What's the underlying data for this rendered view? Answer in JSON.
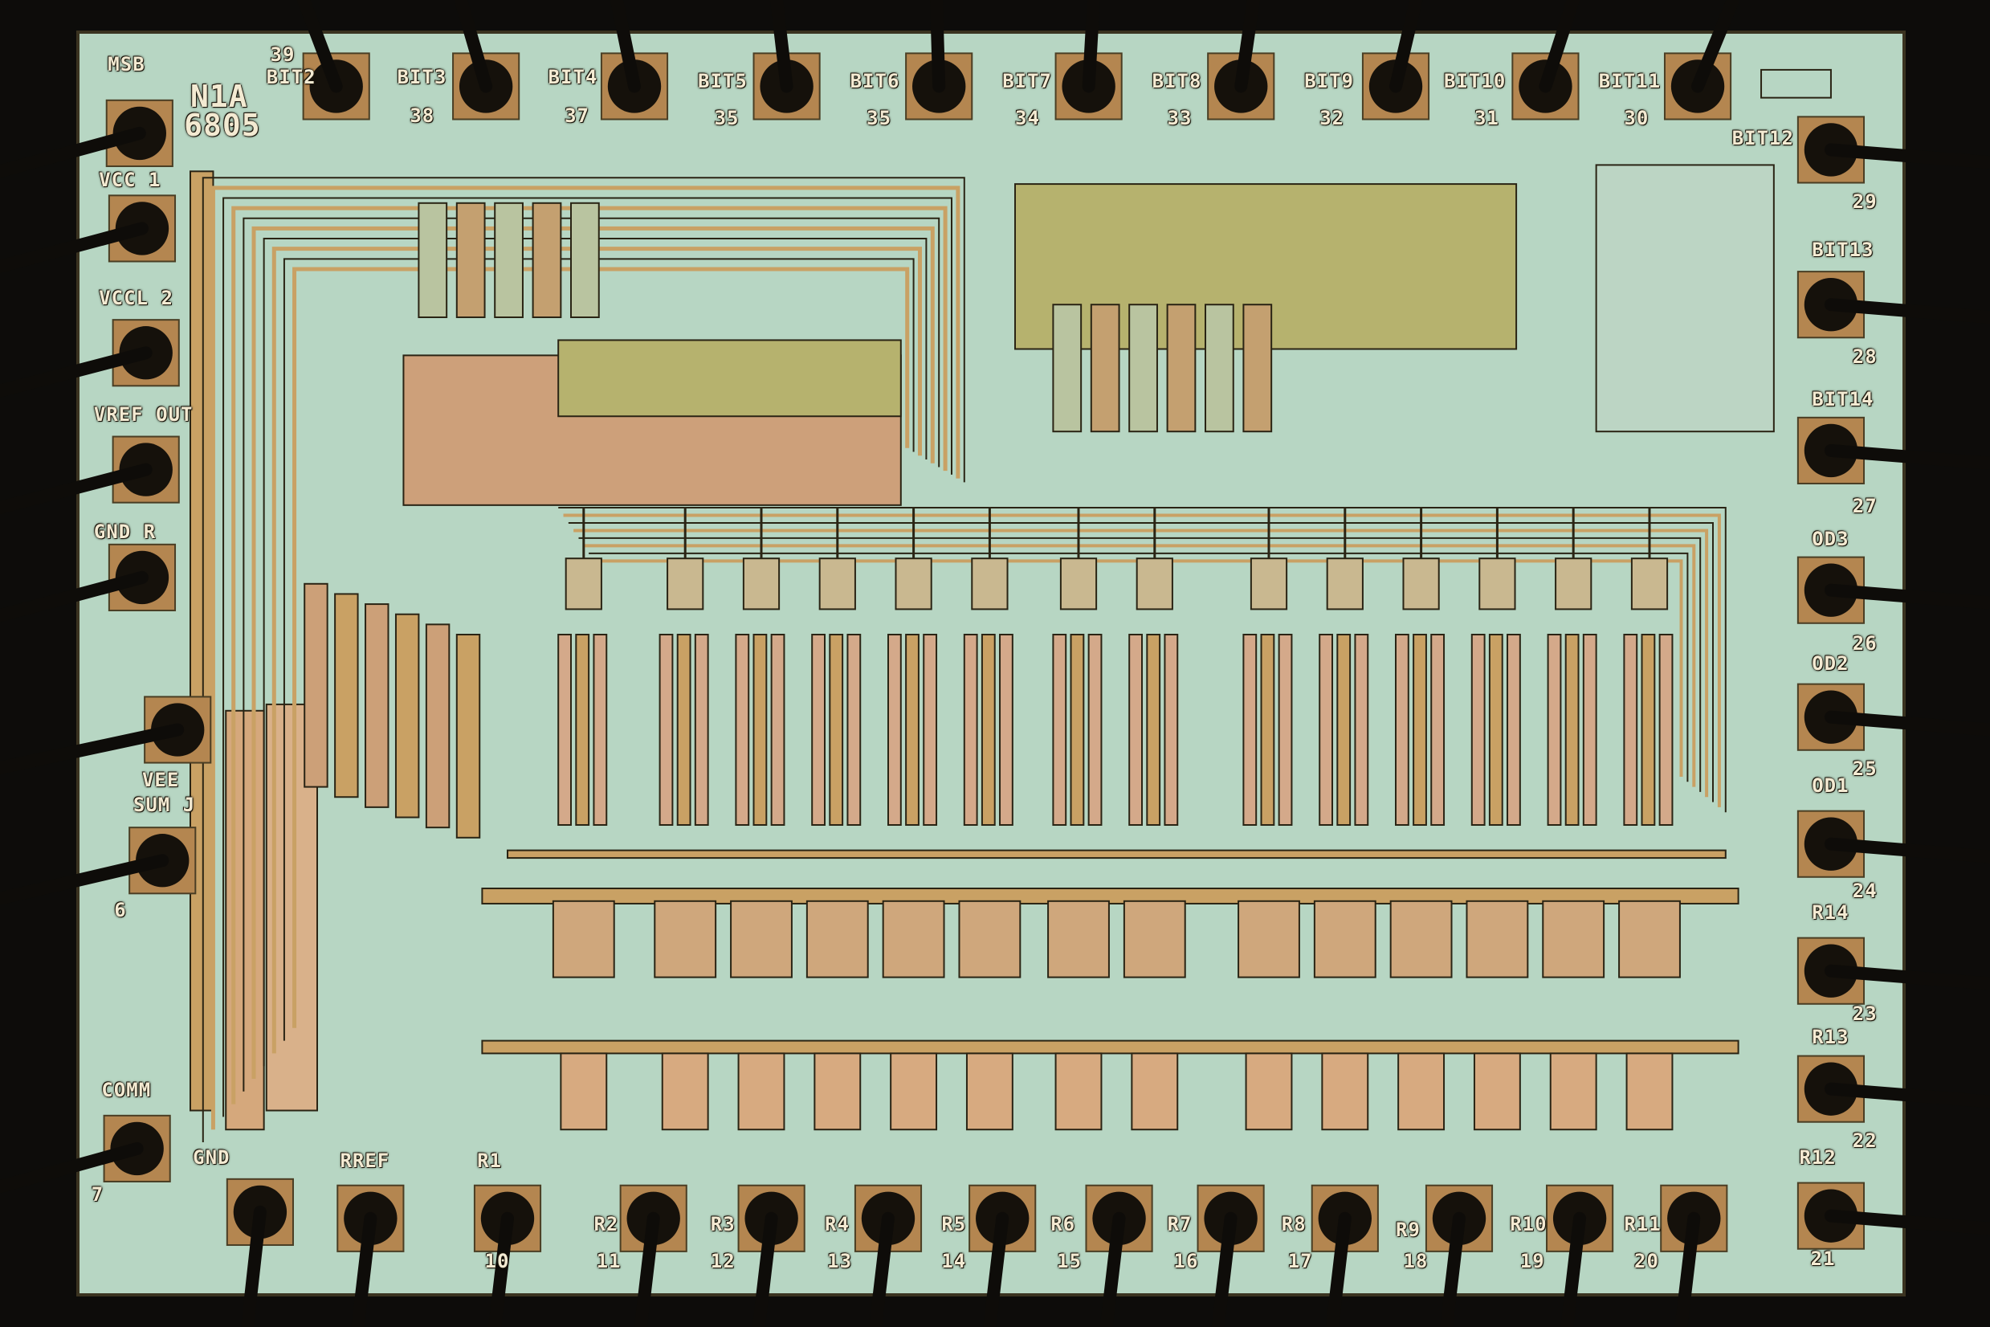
{
  "chip": {
    "part_marking": [
      "N1A",
      "6805"
    ],
    "pin_labels": [
      "MSB",
      "BIT2",
      "BIT3",
      "BIT4",
      "BIT5",
      "BIT6",
      "BIT7",
      "BIT8",
      "BIT9",
      "BIT10",
      "BIT11",
      "BIT12",
      "BIT13",
      "BIT14",
      "OD3",
      "OD2",
      "OD1",
      "R14",
      "R13",
      "R12",
      "R11",
      "R10",
      "R9",
      "R8",
      "R7",
      "R6",
      "R5",
      "R4",
      "R3",
      "R2",
      "R1",
      "RREF",
      "GND",
      "COMM",
      "VEE",
      "SUM J",
      "GND R",
      "VREF OUT",
      "VCCL 2",
      "VCC 1"
    ],
    "pin_numbers": [
      "39",
      "38",
      "37",
      "35",
      "35",
      "34",
      "33",
      "32",
      "31",
      "30",
      "29",
      "28",
      "27",
      "26",
      "25",
      "24",
      "23",
      "22",
      "21",
      "20",
      "19",
      "18",
      "17",
      "16",
      "15",
      "14",
      "13",
      "12",
      "11",
      "10",
      "7",
      "6"
    ]
  },
  "colors": {
    "substrate": "#b7d6c3",
    "metal": "#c9a164",
    "outline": "#2a2414",
    "pad": "#15110b",
    "oxide_green": "#b6b26e",
    "background": "#0d0c0a"
  }
}
